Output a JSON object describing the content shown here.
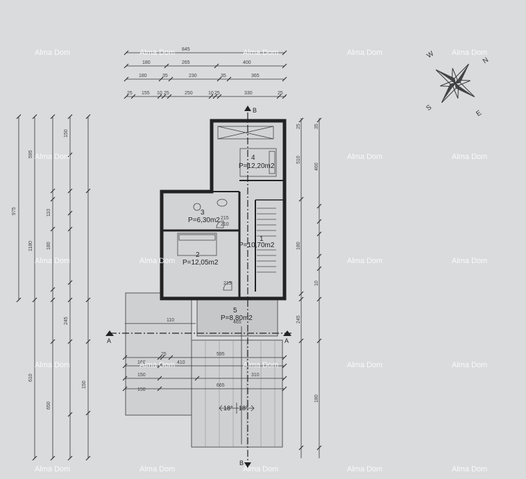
{
  "watermark": "Alma Dom",
  "compass": {
    "w": "W",
    "n": "N",
    "s": "S",
    "e": "E"
  },
  "section_marks": {
    "a_left": "A",
    "a_right": "A",
    "b_top": "B",
    "b_bottom": "B"
  },
  "rooms": [
    {
      "number": "4",
      "area": "P=12,20m2"
    },
    {
      "number": "3",
      "area": "P=6,30m2"
    },
    {
      "number": "1",
      "area": "P=10,70m2"
    },
    {
      "number": "2",
      "area": "P=12,05m2"
    },
    {
      "number": "5",
      "area": "P=8,80m2"
    }
  ],
  "terrace": {
    "slope_left": "18°",
    "slope_right": "18°"
  },
  "dimensions": {
    "top_rows": [
      [
        "845"
      ],
      [
        "180",
        "265",
        "400"
      ],
      [
        "180",
        "35",
        "230",
        "35",
        "365"
      ],
      [
        "25",
        "155",
        "10",
        "25",
        "250",
        "10",
        "25",
        "330",
        "25"
      ]
    ],
    "left_labels": [
      "975",
      "595",
      "1180",
      "610",
      "650",
      "180",
      "110",
      "150",
      "245",
      "150"
    ],
    "right_labels": [
      "510",
      "460",
      "180",
      "245",
      "180",
      "10",
      "25",
      "35"
    ],
    "small_labels": [
      "215",
      "210",
      "215",
      "110",
      "465",
      "595",
      "25",
      "410",
      "150",
      "310",
      "665",
      "150",
      "160"
    ]
  }
}
